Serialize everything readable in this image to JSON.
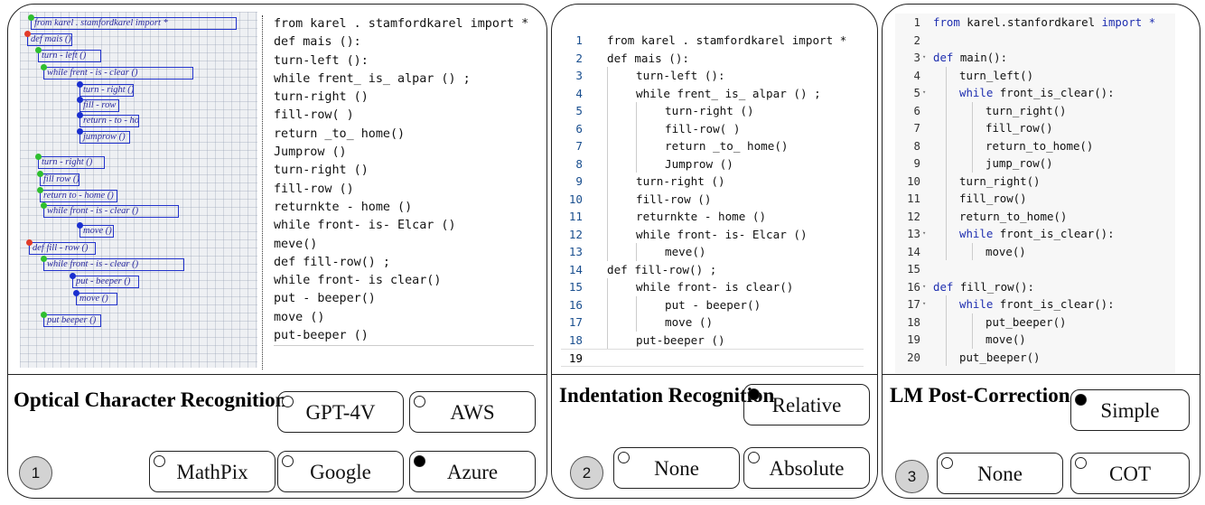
{
  "panel1": {
    "handwritten": [
      "from karel . stamfordkarel import *",
      "def mais ()",
      "turn - left ()",
      "while frent - is - clear ()",
      "turn - right ()",
      "fill - row ()",
      "return - to - home ()",
      "jumprow ()",
      "turn - right ()",
      "fill row ()",
      "return to - home ()",
      "while front - is - clear ()",
      "move ()",
      "def fill - row ()",
      "while front - is - clear ()",
      "put - beeper ()",
      "move ()",
      "put beeper ()"
    ],
    "ocr_lines": [
      "from karel . stamfordkarel import *",
      "def mais ():",
      "turn-left ():",
      "while frent_ is_ alpar () ;",
      "turn-right ()",
      "fill-row( )",
      "return _to_ home()",
      "Jumprow ()",
      "turn-right ()",
      "fill-row ()",
      "returnkte - home ()",
      "while front- is- Elcar ()",
      "meve()",
      "def fill-row() ;",
      "while front- is clear()",
      "put - beeper()",
      "move ()",
      "put-beeper ()"
    ],
    "title": "Optical Character Recognition",
    "step": "1",
    "options": [
      {
        "label": "GPT-4V",
        "selected": false
      },
      {
        "label": "AWS",
        "selected": false
      },
      {
        "label": "MathPix",
        "selected": false
      },
      {
        "label": "Google",
        "selected": false
      },
      {
        "label": "Azure",
        "selected": true
      }
    ]
  },
  "panel2": {
    "lines": [
      {
        "n": "1",
        "indent": 0,
        "text": "from karel . stamfordkarel import *"
      },
      {
        "n": "2",
        "indent": 0,
        "text": "def mais ():"
      },
      {
        "n": "3",
        "indent": 1,
        "text": "turn-left ():"
      },
      {
        "n": "4",
        "indent": 1,
        "text": "while frent_ is_ alpar () ;"
      },
      {
        "n": "5",
        "indent": 2,
        "text": "turn-right ()"
      },
      {
        "n": "6",
        "indent": 2,
        "text": "fill-row( )"
      },
      {
        "n": "7",
        "indent": 2,
        "text": "return _to_ home()"
      },
      {
        "n": "8",
        "indent": 2,
        "text": "Jumprow ()"
      },
      {
        "n": "9",
        "indent": 1,
        "text": "turn-right ()"
      },
      {
        "n": "10",
        "indent": 1,
        "text": "fill-row ()"
      },
      {
        "n": "11",
        "indent": 1,
        "text": "returnkte - home ()"
      },
      {
        "n": "12",
        "indent": 1,
        "text": "while front- is- Elcar ()"
      },
      {
        "n": "13",
        "indent": 2,
        "text": "meve()"
      },
      {
        "n": "14",
        "indent": 0,
        "text": "def fill-row() ;"
      },
      {
        "n": "15",
        "indent": 1,
        "text": "while front- is clear()"
      },
      {
        "n": "16",
        "indent": 2,
        "text": "put - beeper()"
      },
      {
        "n": "17",
        "indent": 2,
        "text": "move ()"
      },
      {
        "n": "18",
        "indent": 1,
        "text": "put-beeper ()"
      },
      {
        "n": "19",
        "indent": 0,
        "text": ""
      }
    ],
    "title": "Indentation Recognition",
    "step": "2",
    "options": [
      {
        "label": "Relative",
        "selected": true
      },
      {
        "label": "None",
        "selected": false
      },
      {
        "label": "Absolute",
        "selected": false
      }
    ]
  },
  "panel3": {
    "lines": [
      {
        "n": "1",
        "indent": 0,
        "fold": false,
        "kw": "from",
        "text": " karel.stanfordkarel ",
        "kw2": "import",
        "tail": " *"
      },
      {
        "n": "2",
        "indent": 0,
        "fold": false,
        "kw": "",
        "text": "",
        "kw2": "",
        "tail": ""
      },
      {
        "n": "3",
        "indent": 0,
        "fold": true,
        "kw": "def",
        "text": " main():",
        "kw2": "",
        "tail": ""
      },
      {
        "n": "4",
        "indent": 1,
        "fold": false,
        "kw": "",
        "text": "turn_left()",
        "kw2": "",
        "tail": ""
      },
      {
        "n": "5",
        "indent": 1,
        "fold": true,
        "kw": "while",
        "text": " front_is_clear():",
        "kw2": "",
        "tail": ""
      },
      {
        "n": "6",
        "indent": 2,
        "fold": false,
        "kw": "",
        "text": "turn_right()",
        "kw2": "",
        "tail": ""
      },
      {
        "n": "7",
        "indent": 2,
        "fold": false,
        "kw": "",
        "text": "fill_row()",
        "kw2": "",
        "tail": ""
      },
      {
        "n": "8",
        "indent": 2,
        "fold": false,
        "kw": "",
        "text": "return_to_home()",
        "kw2": "",
        "tail": ""
      },
      {
        "n": "9",
        "indent": 2,
        "fold": false,
        "kw": "",
        "text": "jump_row()",
        "kw2": "",
        "tail": ""
      },
      {
        "n": "10",
        "indent": 1,
        "fold": false,
        "kw": "",
        "text": "turn_right()",
        "kw2": "",
        "tail": ""
      },
      {
        "n": "11",
        "indent": 1,
        "fold": false,
        "kw": "",
        "text": "fill_row()",
        "kw2": "",
        "tail": ""
      },
      {
        "n": "12",
        "indent": 1,
        "fold": false,
        "kw": "",
        "text": "return_to_home()",
        "kw2": "",
        "tail": ""
      },
      {
        "n": "13",
        "indent": 1,
        "fold": true,
        "kw": "while",
        "text": " front_is_clear():",
        "kw2": "",
        "tail": ""
      },
      {
        "n": "14",
        "indent": 2,
        "fold": false,
        "kw": "",
        "text": "move()",
        "kw2": "",
        "tail": ""
      },
      {
        "n": "15",
        "indent": 0,
        "fold": false,
        "kw": "",
        "text": "",
        "kw2": "",
        "tail": ""
      },
      {
        "n": "16",
        "indent": 0,
        "fold": true,
        "kw": "def",
        "text": " fill_row():",
        "kw2": "",
        "tail": ""
      },
      {
        "n": "17",
        "indent": 1,
        "fold": true,
        "kw": "while",
        "text": " front_is_clear():",
        "kw2": "",
        "tail": ""
      },
      {
        "n": "18",
        "indent": 2,
        "fold": false,
        "kw": "",
        "text": "put_beeper()",
        "kw2": "",
        "tail": ""
      },
      {
        "n": "19",
        "indent": 2,
        "fold": false,
        "kw": "",
        "text": "move()",
        "kw2": "",
        "tail": ""
      },
      {
        "n": "20",
        "indent": 1,
        "fold": false,
        "kw": "",
        "text": "put_beeper()",
        "kw2": "",
        "tail": ""
      }
    ],
    "title": "LM Post-Correction",
    "step": "3",
    "options": [
      {
        "label": "Simple",
        "selected": true
      },
      {
        "label": "None",
        "selected": false
      },
      {
        "label": "COT",
        "selected": false
      }
    ]
  },
  "colors": {
    "keyword": "#1f2fb0",
    "box": "#2233cc",
    "step_circle": "#d3d3d3"
  }
}
